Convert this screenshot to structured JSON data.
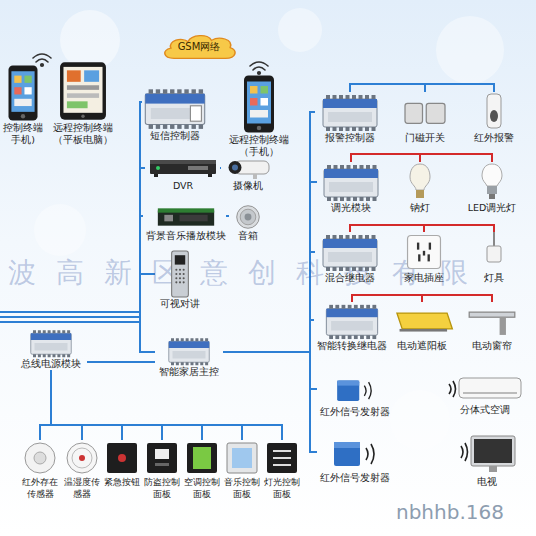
{
  "diagram": {
    "nodes": [
      {
        "text": [
          "控制终端 手机)"
        ]
      },
      {
        "text": [
          "远程控制终端（平板电脑）"
        ]
      },
      {
        "text": [
          "GSM网络"
        ]
      },
      {
        "text": [
          "短信控制器"
        ]
      },
      {
        "text": [
          "远程控制终端（手机）"
        ]
      },
      {
        "text": [
          "报警控制器"
        ]
      },
      {
        "text": [
          "门磁开关"
        ]
      },
      {
        "text": [
          "红外报警"
        ]
      },
      {
        "text": [
          "DVR"
        ]
      },
      {
        "text": [
          "摄像机"
        ]
      },
      {
        "text": [
          "背景音乐播放模块"
        ]
      },
      {
        "text": [
          "音箱"
        ]
      },
      {
        "text": [
          "可视对讲"
        ]
      },
      {
        "text": [
          "调光模块"
        ]
      },
      {
        "text": [
          "钠灯"
        ]
      },
      {
        "text": [
          "LED调光灯"
        ]
      },
      {
        "text": [
          "混合继电器"
        ]
      },
      {
        "text": [
          "家电插座"
        ]
      },
      {
        "text": [
          "灯具"
        ]
      },
      {
        "text": [
          "智能转换继电器"
        ]
      },
      {
        "text": [
          "电动遮阳板"
        ]
      },
      {
        "text": [
          "电动窗帘"
        ]
      },
      {
        "text": [
          "总线电源模块"
        ]
      },
      {
        "text": [
          "智能家居主控"
        ]
      },
      {
        "text": [
          "红外信号发射器"
        ]
      },
      {
        "text": [
          "分体式空调"
        ]
      },
      {
        "text": [
          "红外信号发射器"
        ]
      },
      {
        "text": [
          "电视"
        ]
      },
      {
        "text": [
          "红外存在传感器"
        ]
      },
      {
        "text": [
          "温湿度传感器"
        ]
      },
      {
        "text": [
          "紧急按钮"
        ]
      },
      {
        "text": [
          "防盗控制面板"
        ]
      },
      {
        "text": [
          "空调控制面板"
        ]
      },
      {
        "text": [
          "音乐控制面板"
        ]
      },
      {
        "text": [
          "灯光控制面板"
        ]
      }
    ],
    "edges": [
      {
        "from": 23,
        "to": 3,
        "arrow": "none"
      },
      {
        "from": 23,
        "to": 8,
        "arrow": "none"
      },
      {
        "from": 23,
        "to": 10,
        "arrow": "none"
      },
      {
        "from": 23,
        "to": 12,
        "arrow": "none"
      },
      {
        "from": 23,
        "to": 5,
        "arrow": "none"
      },
      {
        "from": 23,
        "to": 13,
        "arrow": "none"
      },
      {
        "from": 23,
        "to": 16,
        "arrow": "none"
      },
      {
        "from": 23,
        "to": 19,
        "arrow": "none"
      },
      {
        "from": 23,
        "to": 24,
        "arrow": "none"
      },
      {
        "from": 23,
        "to": 26,
        "arrow": "none"
      },
      {
        "from": 22,
        "to": 23,
        "arrow": "none"
      },
      {
        "from": 22,
        "to": 28,
        "arrow": "none"
      },
      {
        "from": 22,
        "to": 29,
        "arrow": "none"
      },
      {
        "from": 22,
        "to": 30,
        "arrow": "none"
      },
      {
        "from": 22,
        "to": 31,
        "arrow": "none"
      },
      {
        "from": 22,
        "to": 32,
        "arrow": "none"
      },
      {
        "from": 22,
        "to": 33,
        "arrow": "none"
      },
      {
        "from": 22,
        "to": 34,
        "arrow": "none"
      },
      {
        "from": 8,
        "to": 9,
        "arrow": "none"
      },
      {
        "from": 10,
        "to": 11,
        "arrow": "none"
      },
      {
        "from": 5,
        "to": 6,
        "arrow": "none"
      },
      {
        "from": 5,
        "to": 7,
        "arrow": "none"
      },
      {
        "from": 13,
        "to": 14,
        "arrow": "none"
      },
      {
        "from": 13,
        "to": 15,
        "arrow": "none"
      },
      {
        "from": 16,
        "to": 17,
        "arrow": "none"
      },
      {
        "from": 16,
        "to": 18,
        "arrow": "none"
      },
      {
        "from": 19,
        "to": 20,
        "arrow": "none"
      },
      {
        "from": 19,
        "to": 21,
        "arrow": "none"
      }
    ],
    "labels": [
      "波高新区意创科技有限",
      "nbhhb.168"
    ]
  }
}
